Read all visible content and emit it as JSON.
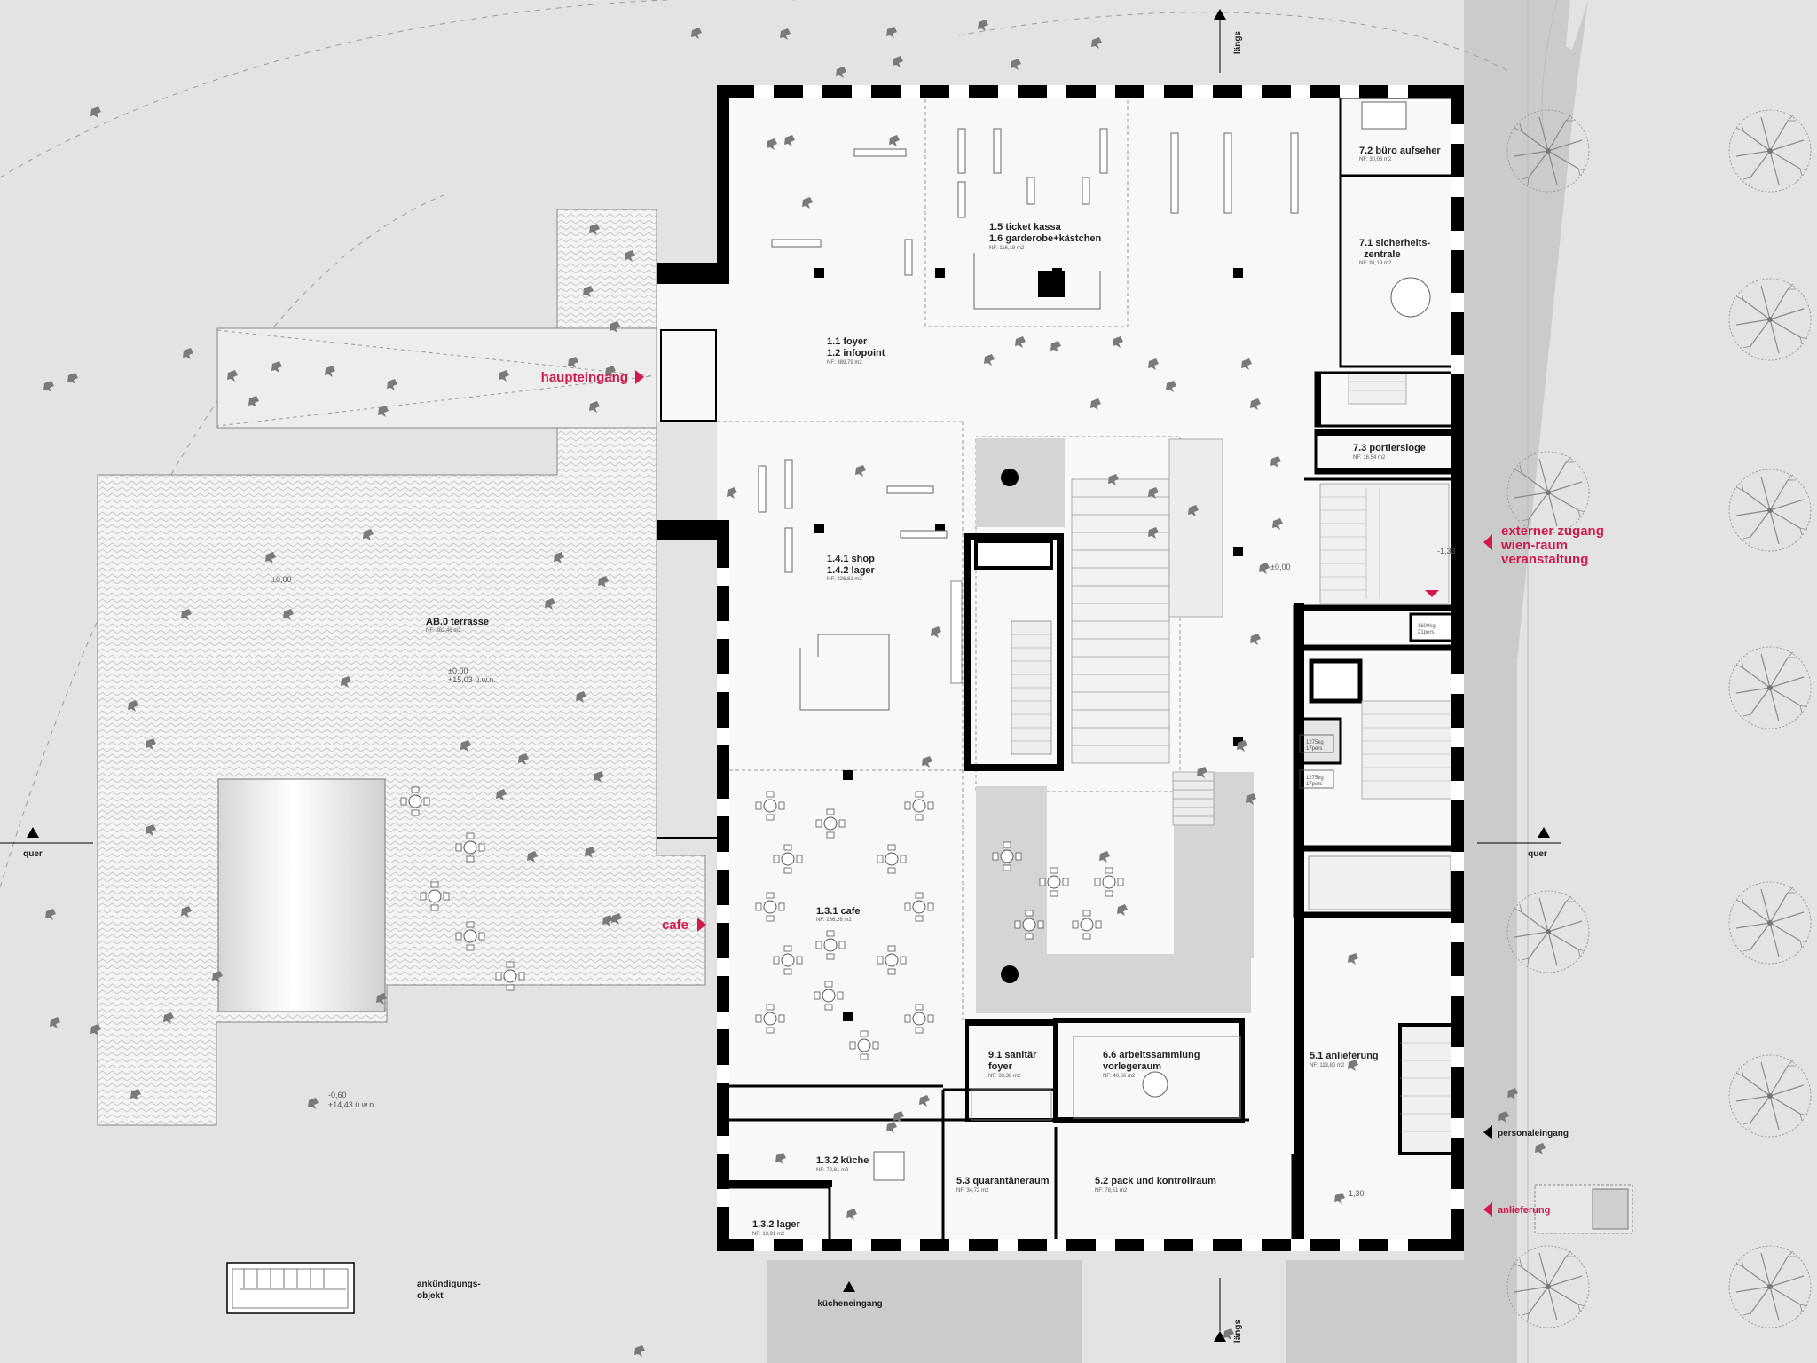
{
  "rooms": {
    "foyer_l1": "1.1 foyer",
    "foyer_l2": "1.2 infopoint",
    "foyer_nf": "NF: 389,79 m2",
    "ticket_l1": "1.5 ticket kassa",
    "ticket_l2": "1.6 garderobe+kästchen",
    "ticket_nf": "NF: 116,19 m2",
    "buero": "7.2 büro aufseher",
    "buero_nf": "NF: 30,06 m2",
    "sicher_l1": "7.1 sicherheits-",
    "sicher_l2": "zentrale",
    "sicher_nf": "NF: 91,19 m2",
    "portier": "7.3 portiersloge",
    "portier_nf": "NF: 16,54 m2",
    "shop_l1": "1.4.1 shop",
    "shop_l2": "1.4.2 lager",
    "shop_nf": "NF: 226,81 m2",
    "terrasse": "AB.0 terrasse",
    "terrasse_nf": "NF: 882,46 m2",
    "cafe": "1.3.1 cafe",
    "cafe_nf": "NF: 286,26 m2",
    "sanitaer_l1": "9.1 sanitär",
    "sanitaer_l2": "foyer",
    "sanitaer_nf": "NF: 33,38 m2",
    "arbeit_l1": "6.6 arbeitssammlung",
    "arbeit_l2": "vorlegeraum",
    "arbeit_nf": "NF: 40,66 m2",
    "anlieferung": "5.1 anlieferung",
    "anlieferung_nf": "NF: 113,80 m2",
    "kueche": "1.3.2 küche",
    "kueche_nf": "NF: 72,81 m2",
    "quarantaene": "5.3 quarantäneraum",
    "quarantaene_nf": "NF: 34,72 m2",
    "pack": "5.2 pack und kontrollraum",
    "pack_nf": "NF: 78,51 m2",
    "lager": "1.3.2 lager",
    "lager_nf": "NF: 13,91 m2"
  },
  "entrances": {
    "haupteingang": "haupteingang",
    "cafe": "cafe",
    "extern_l1": "externer zugang",
    "extern_l2": "wien-raum",
    "extern_l3": "veranstaltung",
    "personal": "personaleingang",
    "anlieferung": "anlieferung",
    "kueche": "kücheneingang"
  },
  "sections": {
    "laengs": "längs",
    "quer": "quer"
  },
  "levels": {
    "lv_000": "±0,00",
    "lv_terr": "±0,00",
    "lv_terr2": "+15,03 ü.w.n.",
    "lv_060": "-0,60",
    "lv_1443": "+14,43 ü.w.n.",
    "lv_133": "-1,33",
    "lv_130": "-1,30"
  },
  "lifts": {
    "l1a": "1275kg",
    "l1b": "17pers",
    "l2a": "1275kg",
    "l2b": "17pers",
    "l3a": "1600kg",
    "l3b": "21pers"
  },
  "ankuendigung_l1": "ankündigungs-",
  "ankuendigung_l2": "objekt",
  "colors": {
    "accent": "#d11a4a",
    "wall": "#000000",
    "ground": "#e3e3e3",
    "street": "#cbcbcb"
  }
}
